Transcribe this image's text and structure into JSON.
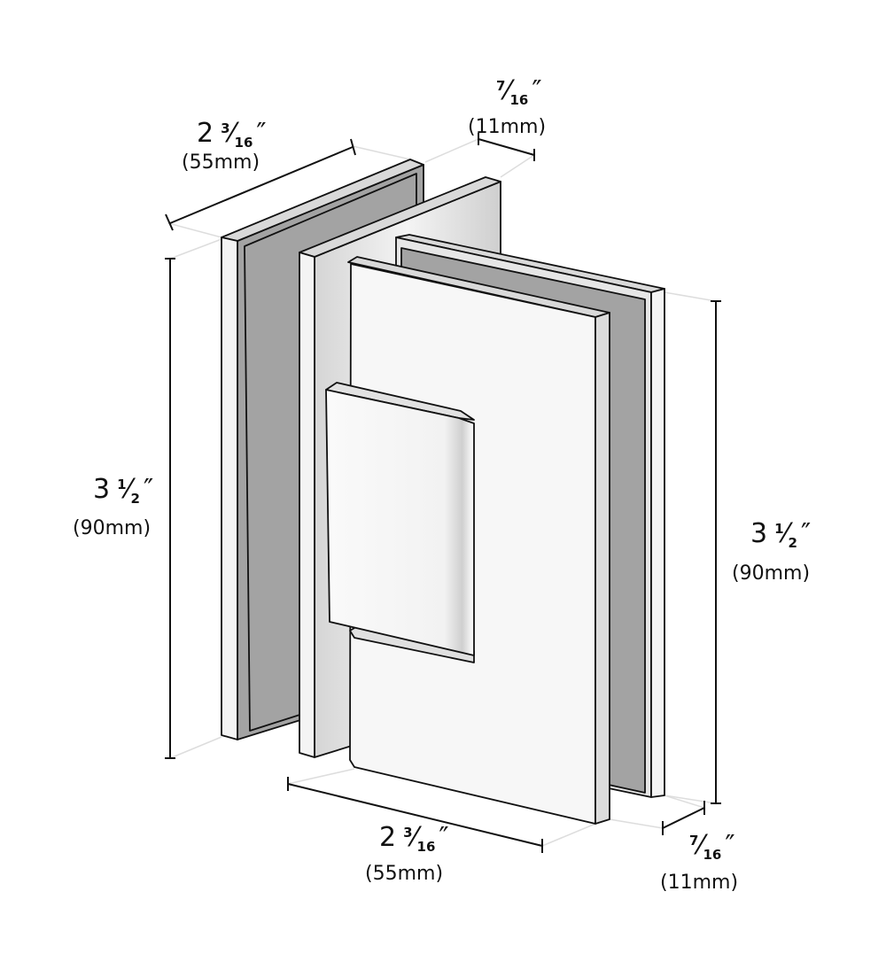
{
  "dimensions": {
    "top_width": {
      "whole": "2",
      "num": "3",
      "den": "16",
      "mark": "″",
      "metric": "(55mm)"
    },
    "top_thickness": {
      "whole": "",
      "num": "7",
      "den": "16",
      "mark": "″",
      "metric": "(11mm)"
    },
    "left_height": {
      "whole": "3",
      "num": "1",
      "den": "2",
      "mark": "″",
      "metric": "(90mm)"
    },
    "right_height": {
      "whole": "3",
      "num": "1",
      "den": "2",
      "mark": "″",
      "metric": "(90mm)"
    },
    "bottom_width": {
      "whole": "2",
      "num": "3",
      "den": "16",
      "mark": "″",
      "metric": "(55mm)"
    },
    "bottom_thickness": {
      "whole": "",
      "num": "7",
      "den": "16",
      "mark": "″",
      "metric": "(11mm)"
    }
  },
  "colors": {
    "gasket": "#a3a3a3",
    "plate": "#f4f4f4",
    "edge": "#d9d9d9",
    "line": "#111111"
  }
}
